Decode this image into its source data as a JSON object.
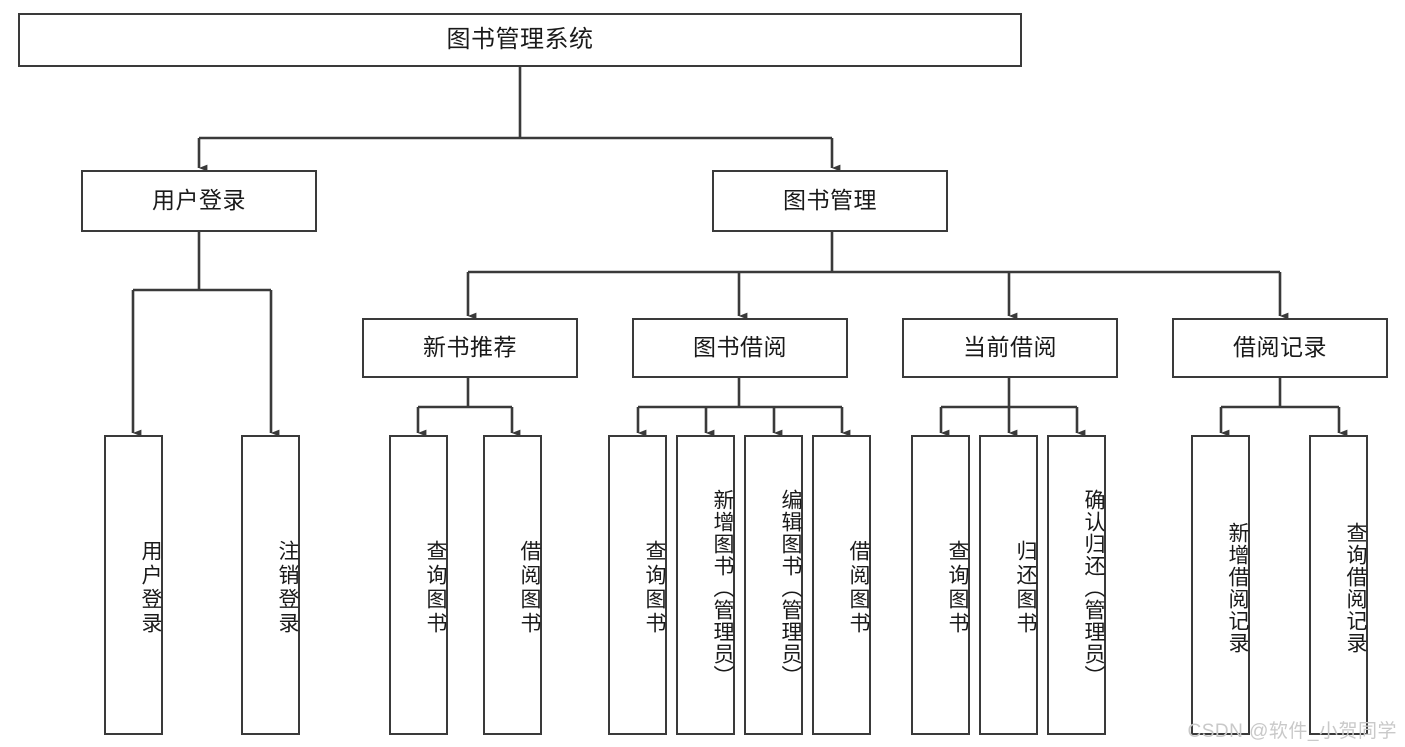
{
  "diagram": {
    "title": "图书管理系统",
    "watermark": "CSDN @软件_小贺同学",
    "line_color": "#3a3a3a",
    "box_fill": "#ffffff",
    "text_color": "#1a1a1a",
    "watermark_color": "#c9c9c9",
    "levels": {
      "root": {
        "label": "图书管理系统"
      },
      "level2": [
        {
          "label": "用户登录"
        },
        {
          "label": "图书管理"
        }
      ],
      "level3": [
        {
          "label": "新书推荐"
        },
        {
          "label": "图书借阅"
        },
        {
          "label": "当前借阅"
        },
        {
          "label": "借阅记录"
        }
      ],
      "leaves": {
        "user_login": [
          {
            "label": "用户登录"
          },
          {
            "label": "注销登录"
          }
        ],
        "new_book_rec": [
          {
            "label": "查询图书"
          },
          {
            "label": "借阅图书"
          }
        ],
        "book_borrow": [
          {
            "label": "查询图书"
          },
          {
            "label": "新增图书（管理员）"
          },
          {
            "label": "编辑图书（管理员）"
          },
          {
            "label": "借阅图书"
          }
        ],
        "current_borrow": [
          {
            "label": "查询图书"
          },
          {
            "label": "归还图书"
          },
          {
            "label": "确认归还（管理员）"
          }
        ],
        "borrow_record": [
          {
            "label": "新增借阅记录"
          },
          {
            "label": "查询借阅记录"
          }
        ]
      }
    }
  }
}
